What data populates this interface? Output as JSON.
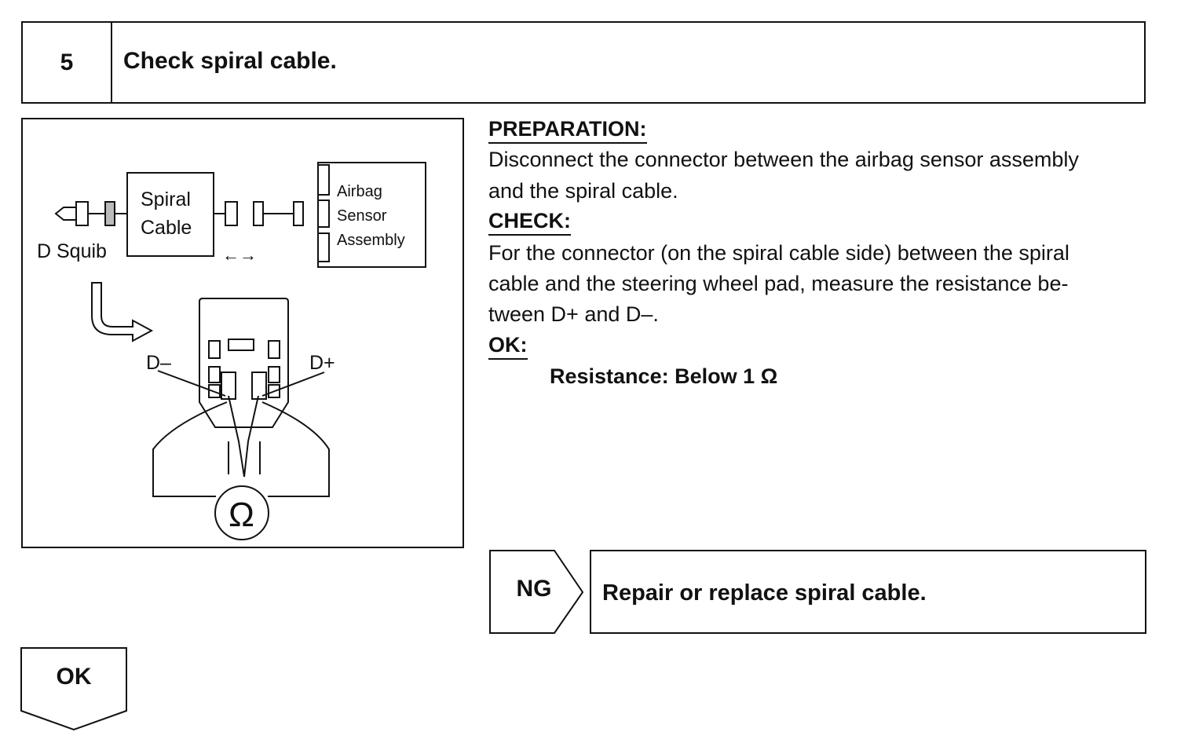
{
  "step": {
    "number": "5",
    "title": "Check spiral cable."
  },
  "figure": {
    "spiral_cable_line1": "Spiral",
    "spiral_cable_line2": "Cable",
    "d_squib": "D Squib",
    "airbag_line1": "Airbag",
    "airbag_line2": "Sensor",
    "airbag_line3": "Assembly",
    "arrows": "←→",
    "d_minus": "D–",
    "d_plus": "D+",
    "ohm_symbol": "Ω"
  },
  "preparation": {
    "label": "PREPARATION:",
    "lines": [
      "Disconnect the connector between the airbag sensor assembly",
      "and the spiral cable."
    ]
  },
  "check": {
    "label": "CHECK:",
    "lines": [
      "For the connector (on the spiral cable side) between the spiral",
      "cable and the steering wheel pad, measure the resistance be-",
      "tween D+ and D–."
    ]
  },
  "ok_criteria": {
    "label": "OK:",
    "spec": "Resistance: Below 1 Ω"
  },
  "ng_result": {
    "label": "NG",
    "action": "Repair or replace spiral cable."
  },
  "ok_result": {
    "label": "OK"
  }
}
